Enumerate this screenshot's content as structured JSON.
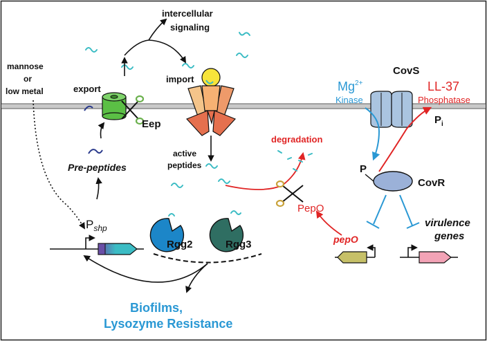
{
  "labels": {
    "intercellular_line1": "intercellular",
    "intercellular_line2": "signaling",
    "export": "export",
    "import": "import",
    "mannose_line1": "mannose",
    "mannose_line2": "or",
    "mannose_line3": "low metal",
    "eep": "Eep",
    "pre_peptides": "Pre-peptides",
    "active_line1": "active",
    "active_line2": "peptides",
    "pshp_p": "P",
    "pshp_sub": "shp",
    "rgg2": "Rgg2",
    "rgg3": "Rgg3",
    "biofilms_line1": "Biofilms,",
    "biofilms_line2": "Lysozyme Resistance",
    "degradation": "degradation",
    "pepO_protein": "PepO",
    "pepO_gene": "pepO",
    "covs": "CovS",
    "covr": "CovR",
    "mg": "Mg",
    "mg_sup": "2+",
    "kinase": "Kinase",
    "ll37": "LL-37",
    "phosphatase": "Phosphatase",
    "p_pi": "P",
    "pi_sub": "i",
    "p_covr": "P",
    "virulence_line1": "virulence",
    "virulence_line2": "genes"
  },
  "colors": {
    "peptide": "#3bbcc4",
    "membrane": "#b8b8b8",
    "eep_green": "#5bbf45",
    "import_light": "#f4c48a",
    "import_mid": "#ee9a6a",
    "import_dark": "#e5704e",
    "import_ligand": "#f7e43a",
    "rgg2": "#1c86c8",
    "rgg3": "#2f6e62",
    "covs_fill": "#aac4e0",
    "covr_fill": "#9bb1d8",
    "pepo_gene": "#c6c068",
    "virulence_gene": "#f3a3b6",
    "shp_purple": "#6a4fa6",
    "shp_teal": "#3bbcc4",
    "red": "#e02424",
    "blue": "#2a98d4"
  },
  "icons": [
    "scissors-icon",
    "export-channel-icon",
    "import-transporter-icon",
    "promoter-arrow-icon"
  ]
}
